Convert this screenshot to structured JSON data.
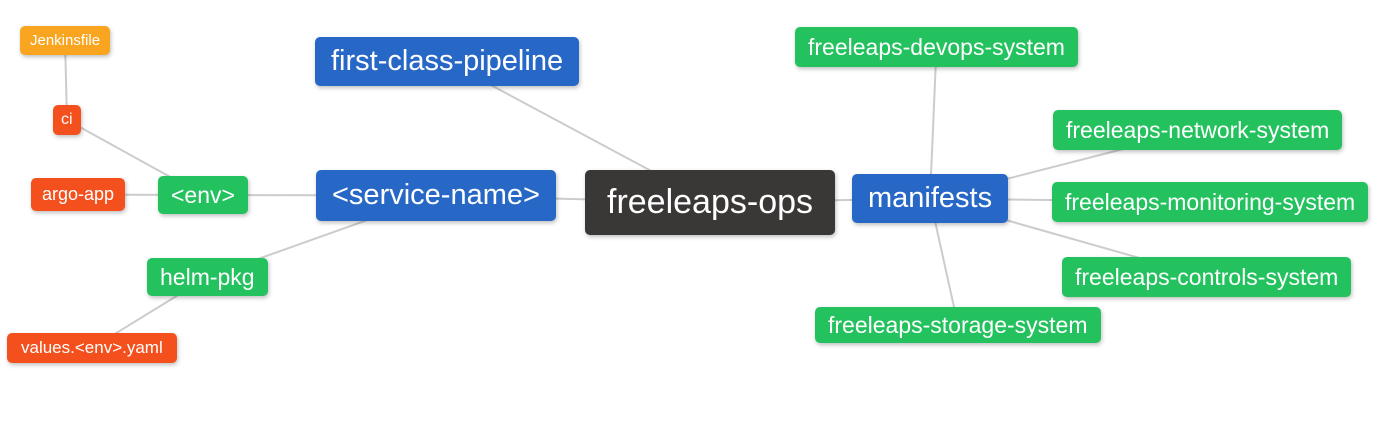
{
  "diagram": {
    "type": "mindmap",
    "background_color": "#ffffff",
    "edge_color": "#cccccc",
    "text_color": "#ffffff",
    "palette": {
      "blue": "#2767c6",
      "green": "#23c25e",
      "dark": "#3a3737",
      "amber": "#f9a51f",
      "red_orange": "#f4501d"
    },
    "nodes": [
      {
        "id": "jenkinsfile",
        "label": "Jenkinsfile",
        "color": "#f9a51f"
      },
      {
        "id": "ci",
        "label": "ci",
        "color": "#f4501d"
      },
      {
        "id": "argo-app",
        "label": "argo-app",
        "color": "#f4501d"
      },
      {
        "id": "env",
        "label": "<env>",
        "color": "#23c25e"
      },
      {
        "id": "helm-pkg",
        "label": "helm-pkg",
        "color": "#23c25e"
      },
      {
        "id": "values-env-yaml",
        "label": "values.<env>.yaml",
        "color": "#f4501d"
      },
      {
        "id": "first-class-pipeline",
        "label": "first-class-pipeline",
        "color": "#2767c6"
      },
      {
        "id": "service-name",
        "label": "<service-name>",
        "color": "#2767c6"
      },
      {
        "id": "freeleaps-ops",
        "label": "freeleaps-ops",
        "color": "#3a3737"
      },
      {
        "id": "manifests",
        "label": "manifests",
        "color": "#2767c6"
      },
      {
        "id": "devops-system",
        "label": "freeleaps-devops-system",
        "color": "#23c25e"
      },
      {
        "id": "network-system",
        "label": "freeleaps-network-system",
        "color": "#23c25e"
      },
      {
        "id": "monitoring-system",
        "label": "freeleaps-monitoring-system",
        "color": "#23c25e"
      },
      {
        "id": "controls-system",
        "label": "freeleaps-controls-system",
        "color": "#23c25e"
      },
      {
        "id": "storage-system",
        "label": "freeleaps-storage-system",
        "color": "#23c25e"
      }
    ],
    "edges": [
      {
        "from": "jenkinsfile",
        "to": "ci"
      },
      {
        "from": "ci",
        "to": "env"
      },
      {
        "from": "argo-app",
        "to": "env"
      },
      {
        "from": "env",
        "to": "service-name"
      },
      {
        "from": "helm-pkg",
        "to": "service-name"
      },
      {
        "from": "values-env-yaml",
        "to": "helm-pkg"
      },
      {
        "from": "first-class-pipeline",
        "to": "freeleaps-ops"
      },
      {
        "from": "service-name",
        "to": "freeleaps-ops"
      },
      {
        "from": "freeleaps-ops",
        "to": "manifests"
      },
      {
        "from": "manifests",
        "to": "devops-system"
      },
      {
        "from": "manifests",
        "to": "network-system"
      },
      {
        "from": "manifests",
        "to": "monitoring-system"
      },
      {
        "from": "manifests",
        "to": "controls-system"
      },
      {
        "from": "manifests",
        "to": "storage-system"
      }
    ]
  }
}
